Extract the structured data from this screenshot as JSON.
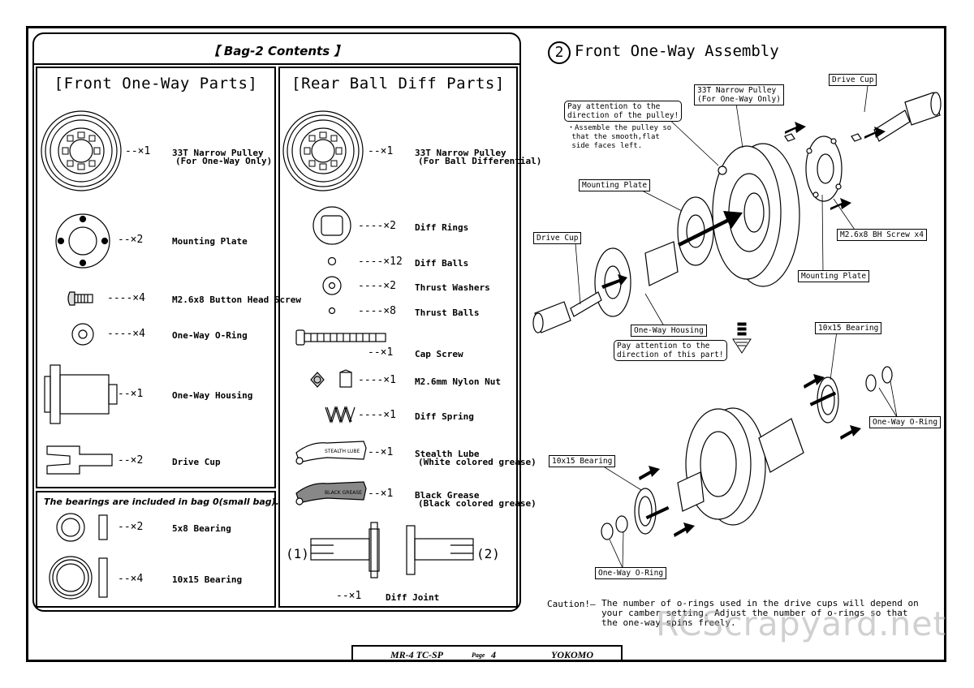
{
  "bag_title": "【 Bag-2 Contents 】",
  "front_parts": {
    "title": "[Front One-Way Parts]",
    "items": [
      {
        "qty": "--×1",
        "name": "33T Narrow Pulley",
        "sub": "(For One-Way Only)"
      },
      {
        "qty": "--×2",
        "name": "Mounting Plate"
      },
      {
        "qty": "----×4",
        "name": "M2.6x8 Button Head Screw"
      },
      {
        "qty": "----×4",
        "name": "One-Way O-Ring"
      },
      {
        "qty": "--×1",
        "name": "One-Way Housing"
      },
      {
        "qty": "--×2",
        "name": "Drive Cup"
      }
    ]
  },
  "rear_parts": {
    "title": "[Rear Ball Diff Parts]",
    "items": [
      {
        "qty": "--×1",
        "name": "33T Narrow Pulley",
        "sub": "(For Ball Differential)"
      },
      {
        "qty": "----×2",
        "name": "Diff Rings"
      },
      {
        "qty": "----×12",
        "name": "Diff Balls"
      },
      {
        "qty": "----×2",
        "name": "Thrust Washers"
      },
      {
        "qty": "----×8",
        "name": "Thrust Balls"
      },
      {
        "qty": "--×1",
        "name": "Cap Screw"
      },
      {
        "qty": "----×1",
        "name": "M2.6mm Nylon Nut"
      },
      {
        "qty": "----×1",
        "name": "Diff Spring"
      },
      {
        "qty": "--×1",
        "name": "Stealth Lube",
        "sub": "(White colored grease)",
        "tube": "STEALTH LUBE"
      },
      {
        "qty": "--×1",
        "name": "Black Grease",
        "sub": "(Black colored grease)",
        "tube": "BLACK GREASE"
      },
      {
        "qty": "--×1",
        "name": "Diff Joint"
      }
    ],
    "joint_labels": [
      "(1)",
      "(2)"
    ]
  },
  "bearings": {
    "note": "The bearings are included in bag 0(small bag).",
    "items": [
      {
        "qty": "--×2",
        "name": "5x8 Bearing"
      },
      {
        "qty": "--×4",
        "name": "10x15 Bearing"
      }
    ]
  },
  "assembly": {
    "step": "2",
    "title": "Front One-Way Assembly",
    "callouts": {
      "pulley": "33T Narrow Pulley\n(For One-Way Only)",
      "attention_pulley": "Pay attention to the\ndirection of the pulley!",
      "assemble_note": "・Assemble the pulley so\n that the smooth,flat\n side faces left.",
      "drive_cup_top": "Drive Cup",
      "mounting_plate_1": "Mounting Plate",
      "screw": "M2.6x8 BH Screw x4",
      "drive_cup_left": "Drive Cup",
      "mounting_plate_2": "Mounting Plate",
      "housing": "One-Way Housing",
      "attention_part": "Pay attention to the\ndirection of this part!",
      "bearing_1": "10x15 Bearing",
      "oring_1": "One-Way O-Ring",
      "bearing_2": "10x15 Bearing",
      "oring_2": "One-Way O-Ring"
    },
    "caution_label": "Caution!—",
    "caution_text": "The number of o-rings used in the drive cups will depend on your camber setting.  Adjust the number of o-rings so that the one-way spins freely."
  },
  "footer": {
    "model": "MR-4 TC-SP",
    "page_label": "Page",
    "page": "4",
    "brand": "YOKOMO"
  },
  "watermark": "RCScrapyard.net"
}
